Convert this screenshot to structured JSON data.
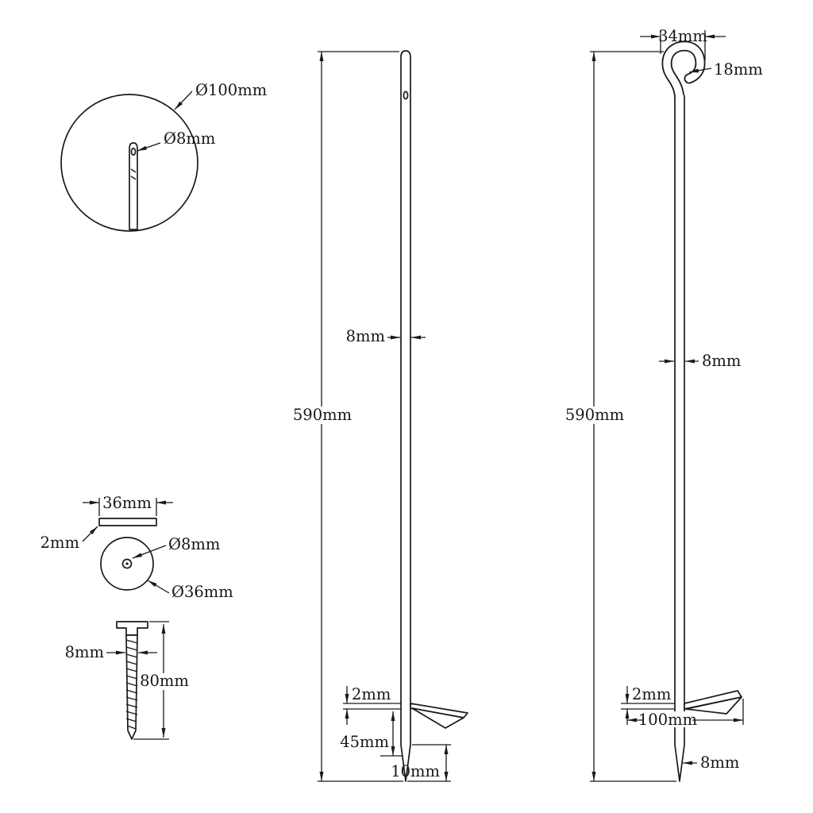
{
  "meta": {
    "background_color": "#ffffff",
    "line_color": "#1a1a1a",
    "description": "Technical dimension drawing: two ground anchors (plain top and hook top) with detail circle, washer and screw views"
  },
  "detail_view": {
    "outer_diameter": "Ø100mm",
    "hole_diameter": "Ø8mm"
  },
  "anchor_plain": {
    "shaft_width": "8mm",
    "length": "590mm",
    "plate_thickness": "2mm",
    "plate_to_tip": "45mm",
    "tip_length": "10mm"
  },
  "anchor_hook": {
    "hook_width": "34mm",
    "hook_opening": "18mm",
    "shaft_width": "8mm",
    "length": "590mm",
    "plate_thickness": "2mm",
    "plate_diameter": "100mm",
    "tip_width": "8mm"
  },
  "washer": {
    "width": "36mm",
    "thickness": "2mm",
    "hole_diameter": "Ø8mm",
    "outer_diameter": "Ø36mm"
  },
  "screw": {
    "diameter": "8mm",
    "length": "80mm"
  }
}
